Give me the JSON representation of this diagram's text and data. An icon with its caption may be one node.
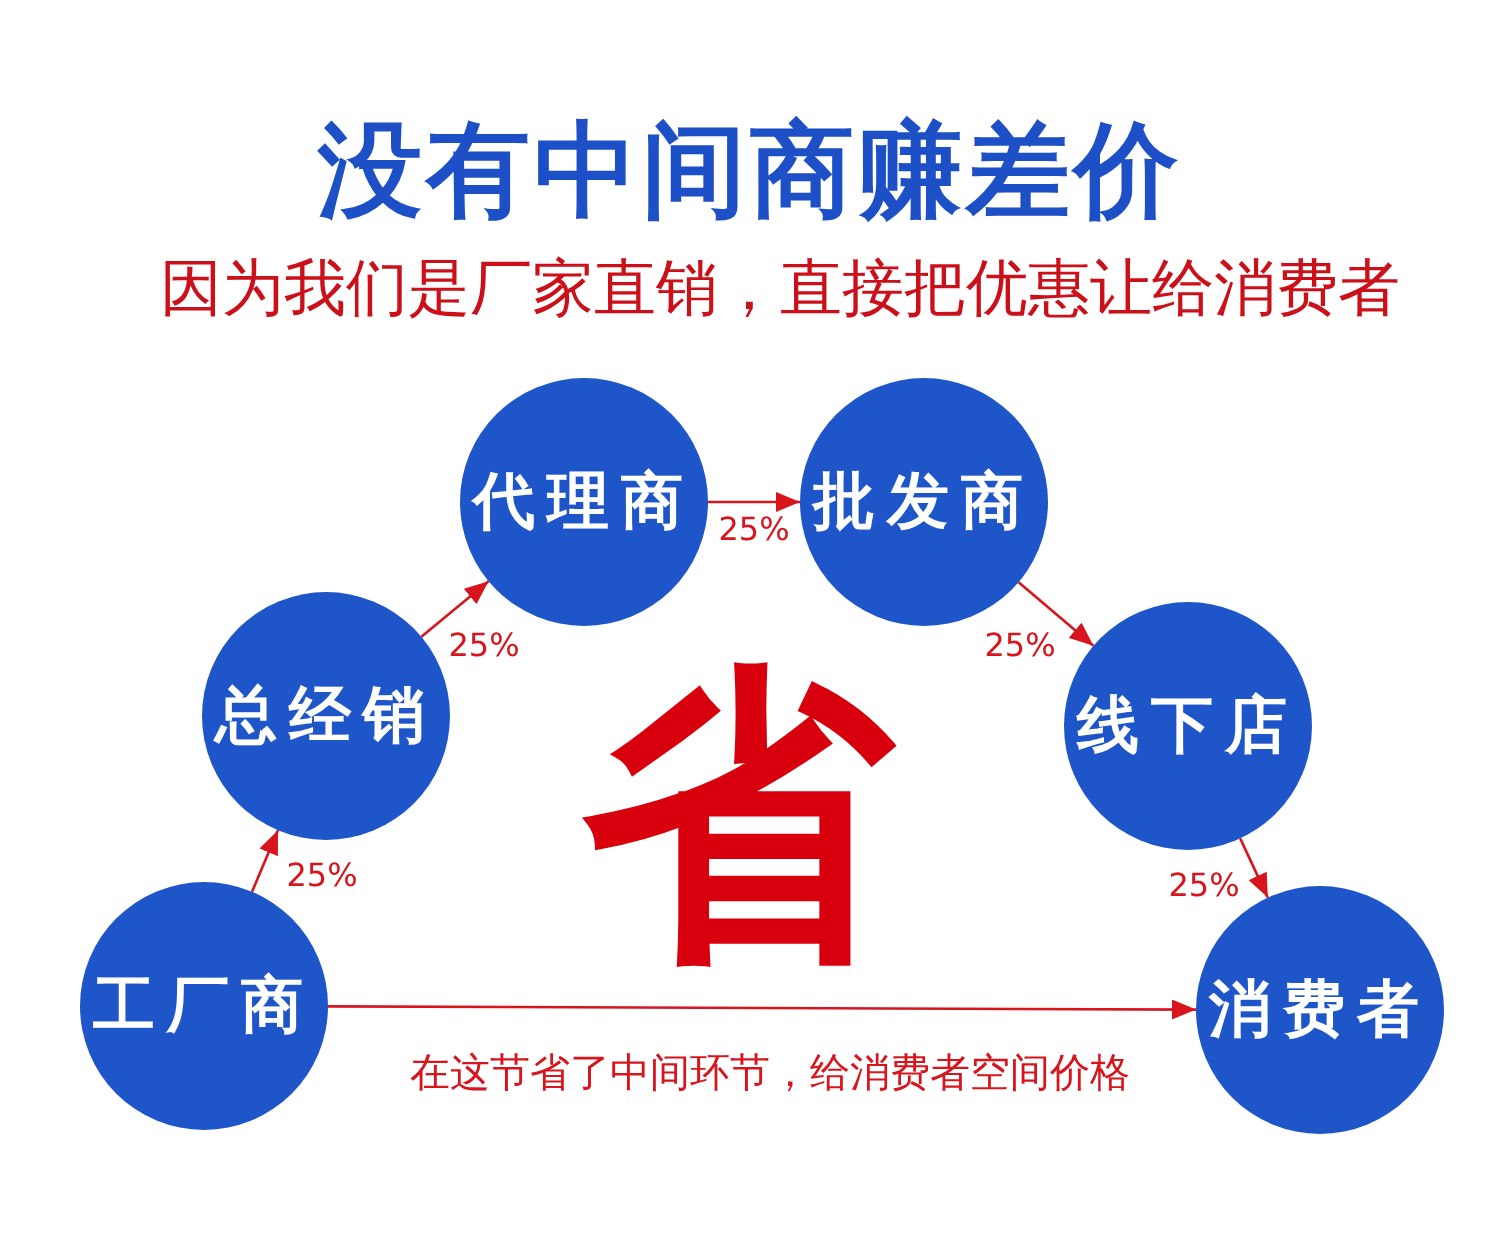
{
  "diagram": {
    "title": "没有中间商赚差价",
    "nodes": [
      {
        "text": [
          "工厂商"
        ]
      },
      {
        "text": [
          "总经销"
        ]
      },
      {
        "text": [
          "代理商"
        ]
      },
      {
        "text": [
          "批发商"
        ]
      },
      {
        "text": [
          "线下店"
        ]
      },
      {
        "text": [
          "消费者"
        ]
      }
    ],
    "edges": [
      {
        "from": 0,
        "to": 1,
        "arrow": "to",
        "label": "25%"
      },
      {
        "from": 1,
        "to": 2,
        "arrow": "to",
        "label": "25%"
      },
      {
        "from": 2,
        "to": 3,
        "arrow": "to",
        "label": "25%"
      },
      {
        "from": 3,
        "to": 4,
        "arrow": "to",
        "label": "25%"
      },
      {
        "from": 4,
        "to": 5,
        "arrow": "to",
        "label": "25%"
      },
      {
        "from": 0,
        "to": 5,
        "arrow": "to",
        "label": "在这节省了中间环节，给消费者空间价格"
      }
    ],
    "labels": [
      "因为我们是厂家直销，直接把优惠让给消费者",
      "省"
    ]
  }
}
